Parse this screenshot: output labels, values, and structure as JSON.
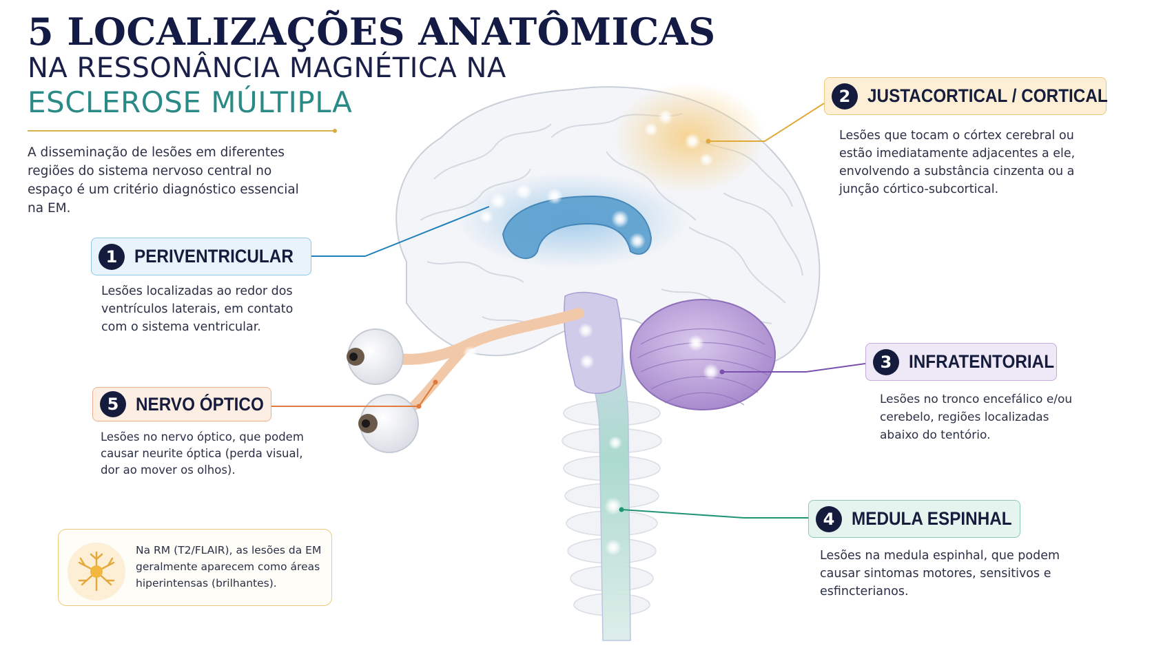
{
  "title": {
    "line1": "5 LOCALIZAÇÕES ANATÔMICAS",
    "line2": "NA RESSONÂNCIA MAGNÉTICA NA",
    "line3": "ESCLEROSE MÚLTIPLA"
  },
  "intro": "A disseminação de lesões em diferentes regiões do sistema nervoso central no espaço é um critério diagnóstico essencial na EM.",
  "locations": [
    {
      "number": "1",
      "label": "PERIVENTRICULAR",
      "description": "Lesões localizadas ao redor dos ventrículos laterais, em contato com o sistema ventricular.",
      "color": "#1f7fb8"
    },
    {
      "number": "2",
      "label": "JUSTACORTICAL / CORTICAL",
      "description": "Lesões que tocam o córtex cerebral ou estão imediatamente adjacentes a ele, envolvendo a substância cinzenta ou a junção córtico-subcortical.",
      "color": "#e0aa3a"
    },
    {
      "number": "3",
      "label": "INFRATENTORIAL",
      "description": "Lesões no tronco encefálico e/ou cerebelo, regiões localizadas abaixo do tentório.",
      "color": "#7a4fae"
    },
    {
      "number": "4",
      "label": "MEDULA ESPINHAL",
      "description": "Lesões na medula espinhal, que podem causar sintomas motores, sensitivos e esfincterianos.",
      "color": "#1f9474"
    },
    {
      "number": "5",
      "label": "NERVO ÓPTICO",
      "description": "Lesões no nervo óptico, que podem causar neurite óptica (perda visual, dor ao mover os olhos).",
      "color": "#e07a3a"
    }
  ],
  "note": "Na RM (T2/FLAIR), as lesões da EM geralmente aparecem como áreas hiperintensas (brilhantes).",
  "icons": {
    "note": "neuron-icon",
    "eye": "eye-icon",
    "brain": "brain-illustration"
  },
  "colors": {
    "title": "#131a44",
    "accent_teal": "#2a8a86",
    "rule_gold": "#d9b256"
  }
}
